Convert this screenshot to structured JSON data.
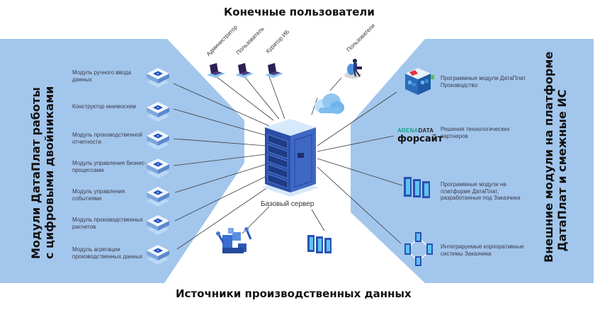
{
  "titles": {
    "top": "Конечные пользователи",
    "bottom": "Источники производственных данных",
    "left_panel": [
      "Модули ДатаПлат  работы",
      "с цифровыми двойниками"
    ],
    "right_panel": [
      "Внешние модули на платформе",
      "ДатаПлат и смежные ИС"
    ]
  },
  "center": {
    "label": "Базовый сервер",
    "icon": "server-rack-icon"
  },
  "end_users": [
    {
      "label": "Администратор",
      "icon": "laptop-icon"
    },
    {
      "label": "Пользователь",
      "icon": "laptop-icon"
    },
    {
      "label": "Куратор ИБ",
      "icon": "laptop-icon"
    },
    {
      "label": "Пользователи",
      "icon": "person-with-laptop-icon"
    }
  ],
  "cloud": {
    "icon": "cloud-icon"
  },
  "left_modules": [
    {
      "label": "Модуль   ручного ввода данных",
      "icon": "module-block-icon"
    },
    {
      "label": "Конструктор  мнемосхем",
      "icon": "module-block-icon"
    },
    {
      "label": "Модуль производственной отчетности",
      "icon": "module-block-icon"
    },
    {
      "label": "Модуль управления бизнес-процессами",
      "icon": "module-block-icon"
    },
    {
      "label": "Модуль управления событиями",
      "icon": "module-block-icon"
    },
    {
      "label": "Модуль  производственных расчетов",
      "icon": "module-block-icon"
    },
    {
      "label": "Модуль агрегации производственных данных",
      "icon": "module-block-icon"
    }
  ],
  "right_modules": [
    {
      "label": "Программные модули ДатаПлат  Производство",
      "icon": "cube-modules-icon"
    },
    {
      "label": "Решения технологических партнеров",
      "icon": "partner-logos-icon"
    },
    {
      "label": "Программные модули на платформе  ДатаПлат, разработанные  под Заказчика",
      "icon": "server-cluster-icon"
    },
    {
      "label": "Интегрируемые корпоративные системы  Заказчика",
      "icon": "integrated-systems-icon"
    }
  ],
  "partners": {
    "arena_prefix": "ARENA",
    "arena_suffix": "DATA",
    "forsite": "форсайт"
  },
  "data_sources": [
    {
      "icon": "industrial-robots-icon"
    },
    {
      "icon": "server-cluster-icon"
    }
  ],
  "colors": {
    "panel": "#a3c6ec",
    "panel_edge": "#c4dcf5",
    "server_dark": "#2b4fa8",
    "server_light": "#4a74cf",
    "laptop": "#2d1f55",
    "accent_blue": "#1f4fbf"
  }
}
